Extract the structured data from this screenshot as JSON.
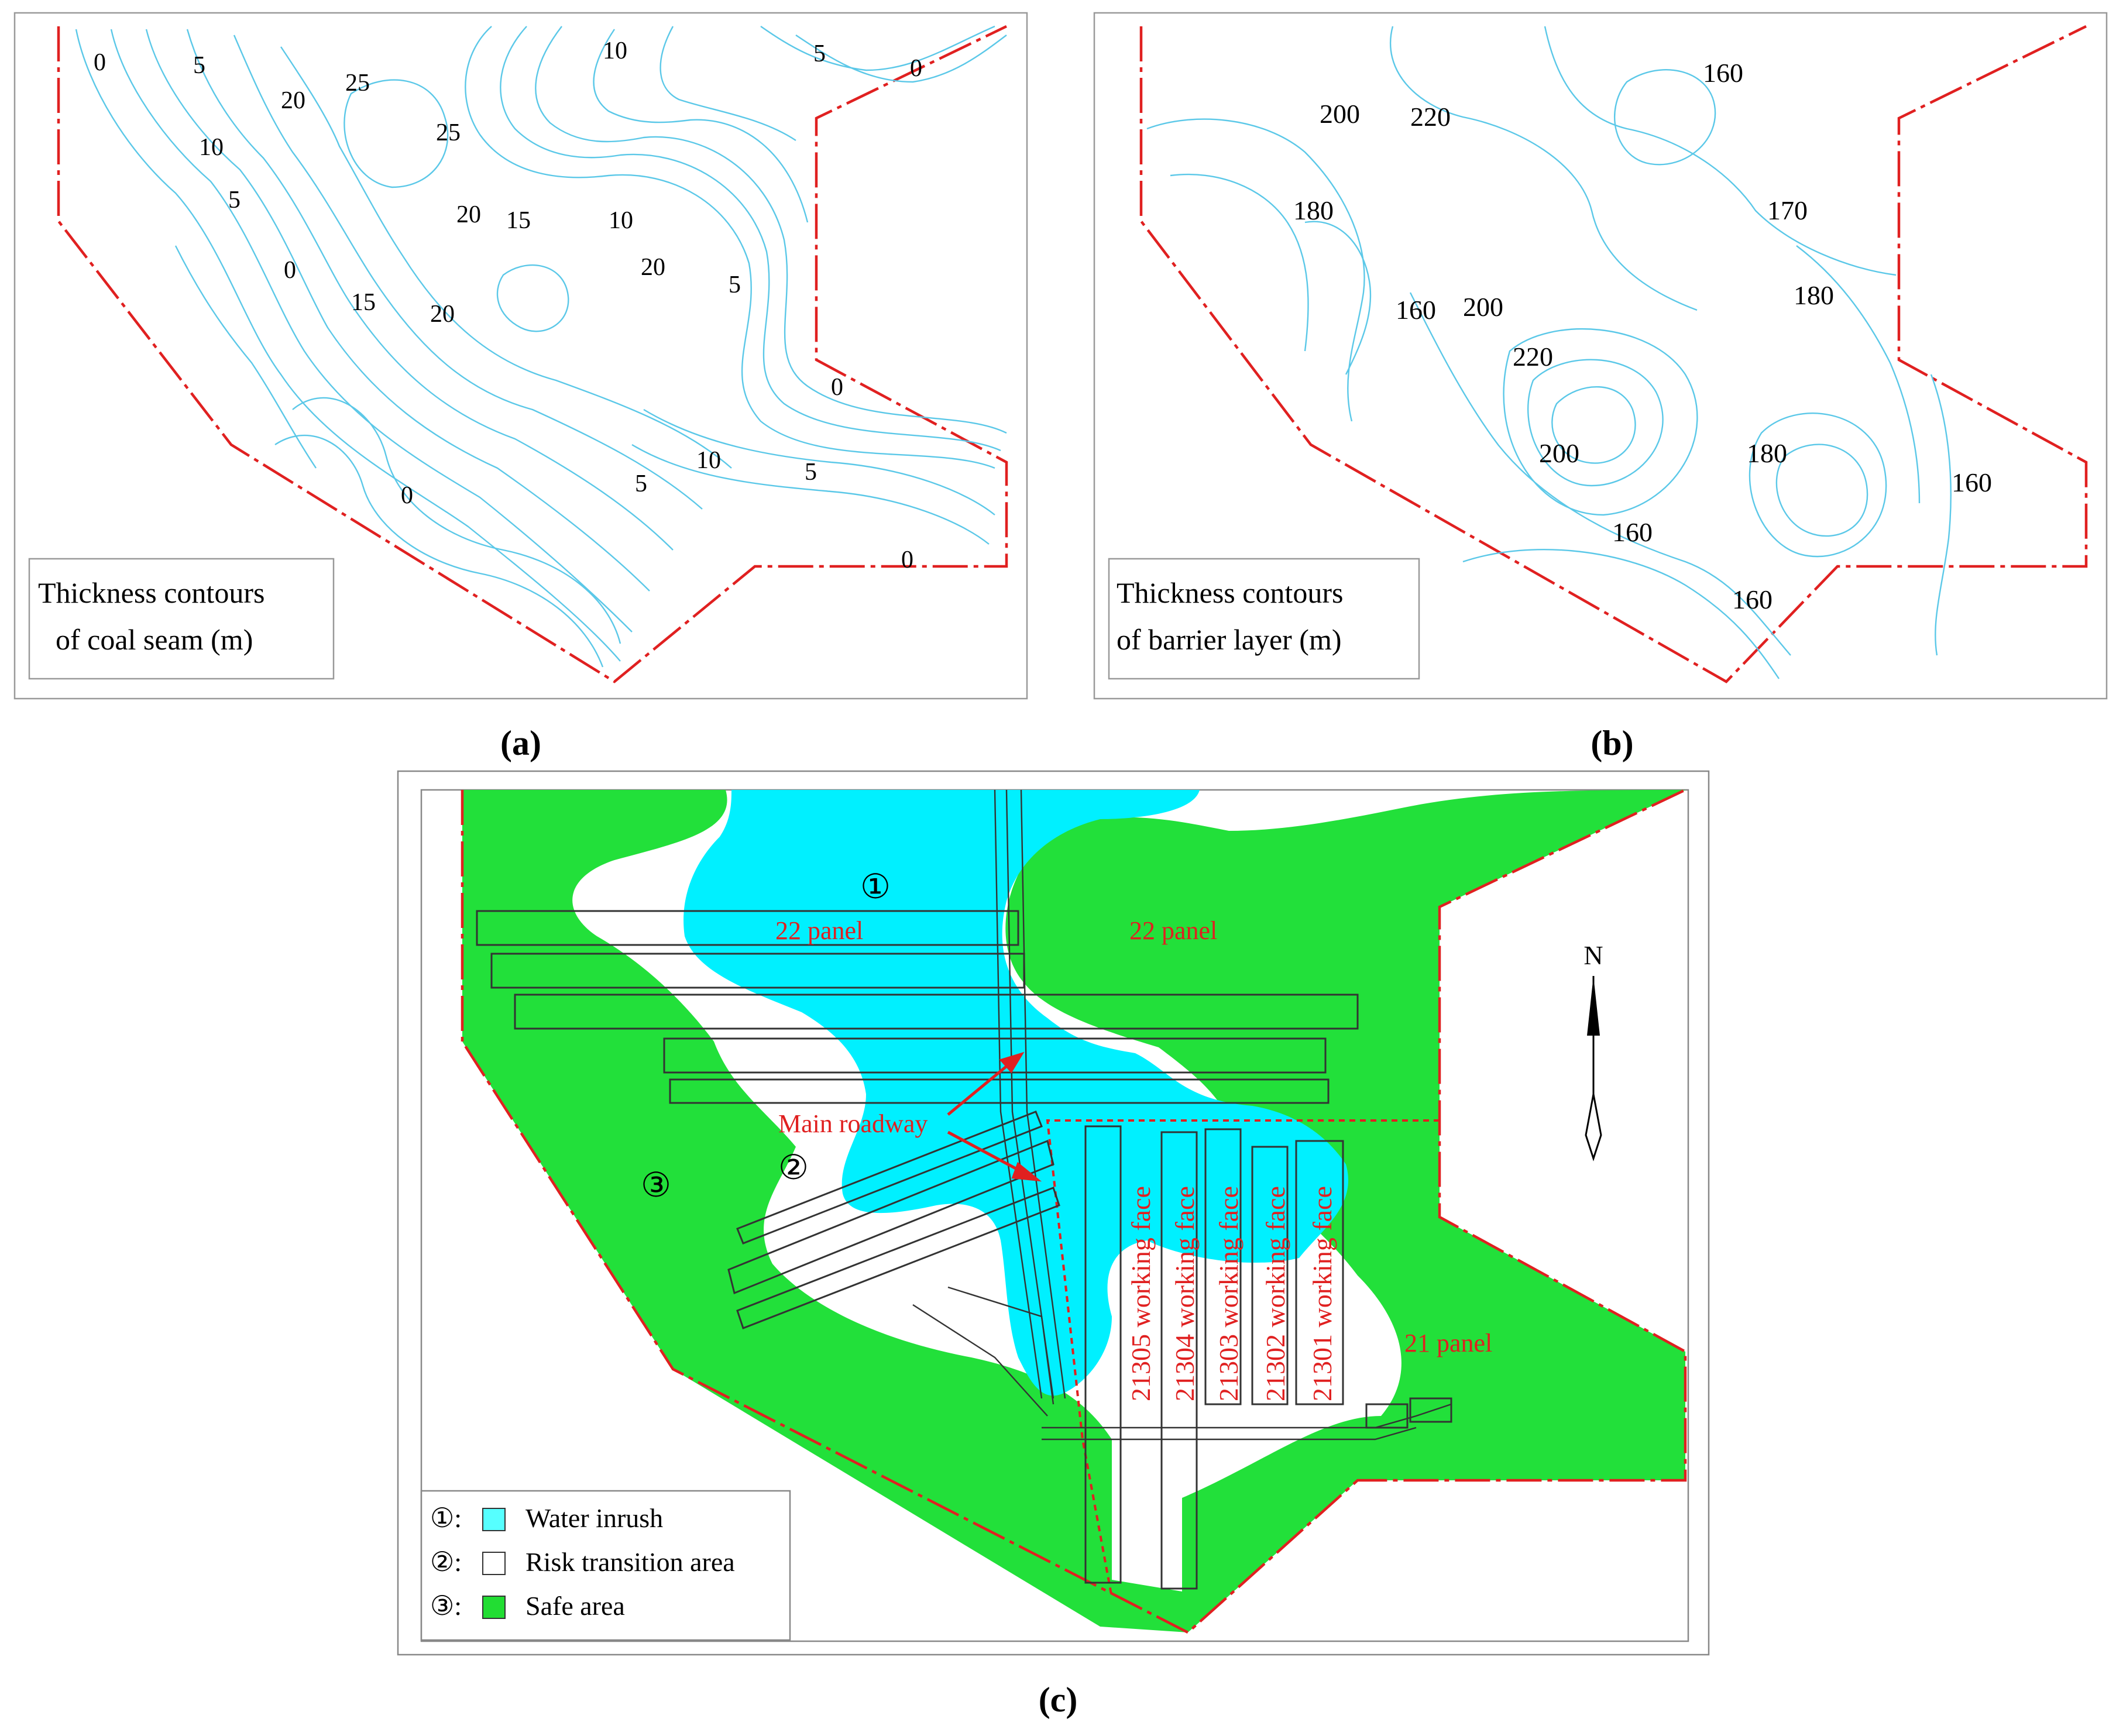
{
  "panel_a": {
    "caption": "(a)",
    "legend": [
      "Thickness contours",
      "of coal seam (m)"
    ],
    "labels": [
      "0",
      "5",
      "20",
      "25",
      "10",
      "5",
      "0",
      "10",
      "5",
      "25",
      "20",
      "15",
      "10",
      "20",
      "5",
      "0",
      "15",
      "20",
      "0",
      "0",
      "10",
      "5",
      "5",
      "0"
    ]
  },
  "panel_b": {
    "caption": "(b)",
    "legend": [
      "Thickness contours",
      "of barrier layer (m)"
    ],
    "labels": [
      "200",
      "220",
      "160",
      "180",
      "170",
      "160",
      "200",
      "180",
      "220",
      "200",
      "180",
      "160",
      "160",
      "160"
    ]
  },
  "panel_c": {
    "caption": "(c)",
    "circle_1": "①",
    "circle_2": "②",
    "circle_3": "③",
    "panel_22_left": "22 panel",
    "panel_22_right": "22 panel",
    "panel_21": "21 panel",
    "main_roadway": "Main roadway",
    "north": "N",
    "faces": [
      "21305 working face",
      "21304 working face",
      "21303 working face",
      "21302 working face",
      "21301 working face"
    ],
    "legend": [
      {
        "key": "①:",
        "label": "Water inrush",
        "color": "#56ffff"
      },
      {
        "key": "②:",
        "label": "Risk transition area",
        "color": "#ffffff"
      },
      {
        "key": "③:",
        "label": "Safe area",
        "color": "#22dd33"
      }
    ]
  },
  "colors": {
    "contour": "#5bc8e8",
    "boundary": "#e02020",
    "water": "#00f0ff",
    "safe": "#22e03a",
    "annotation": "#e02020"
  }
}
